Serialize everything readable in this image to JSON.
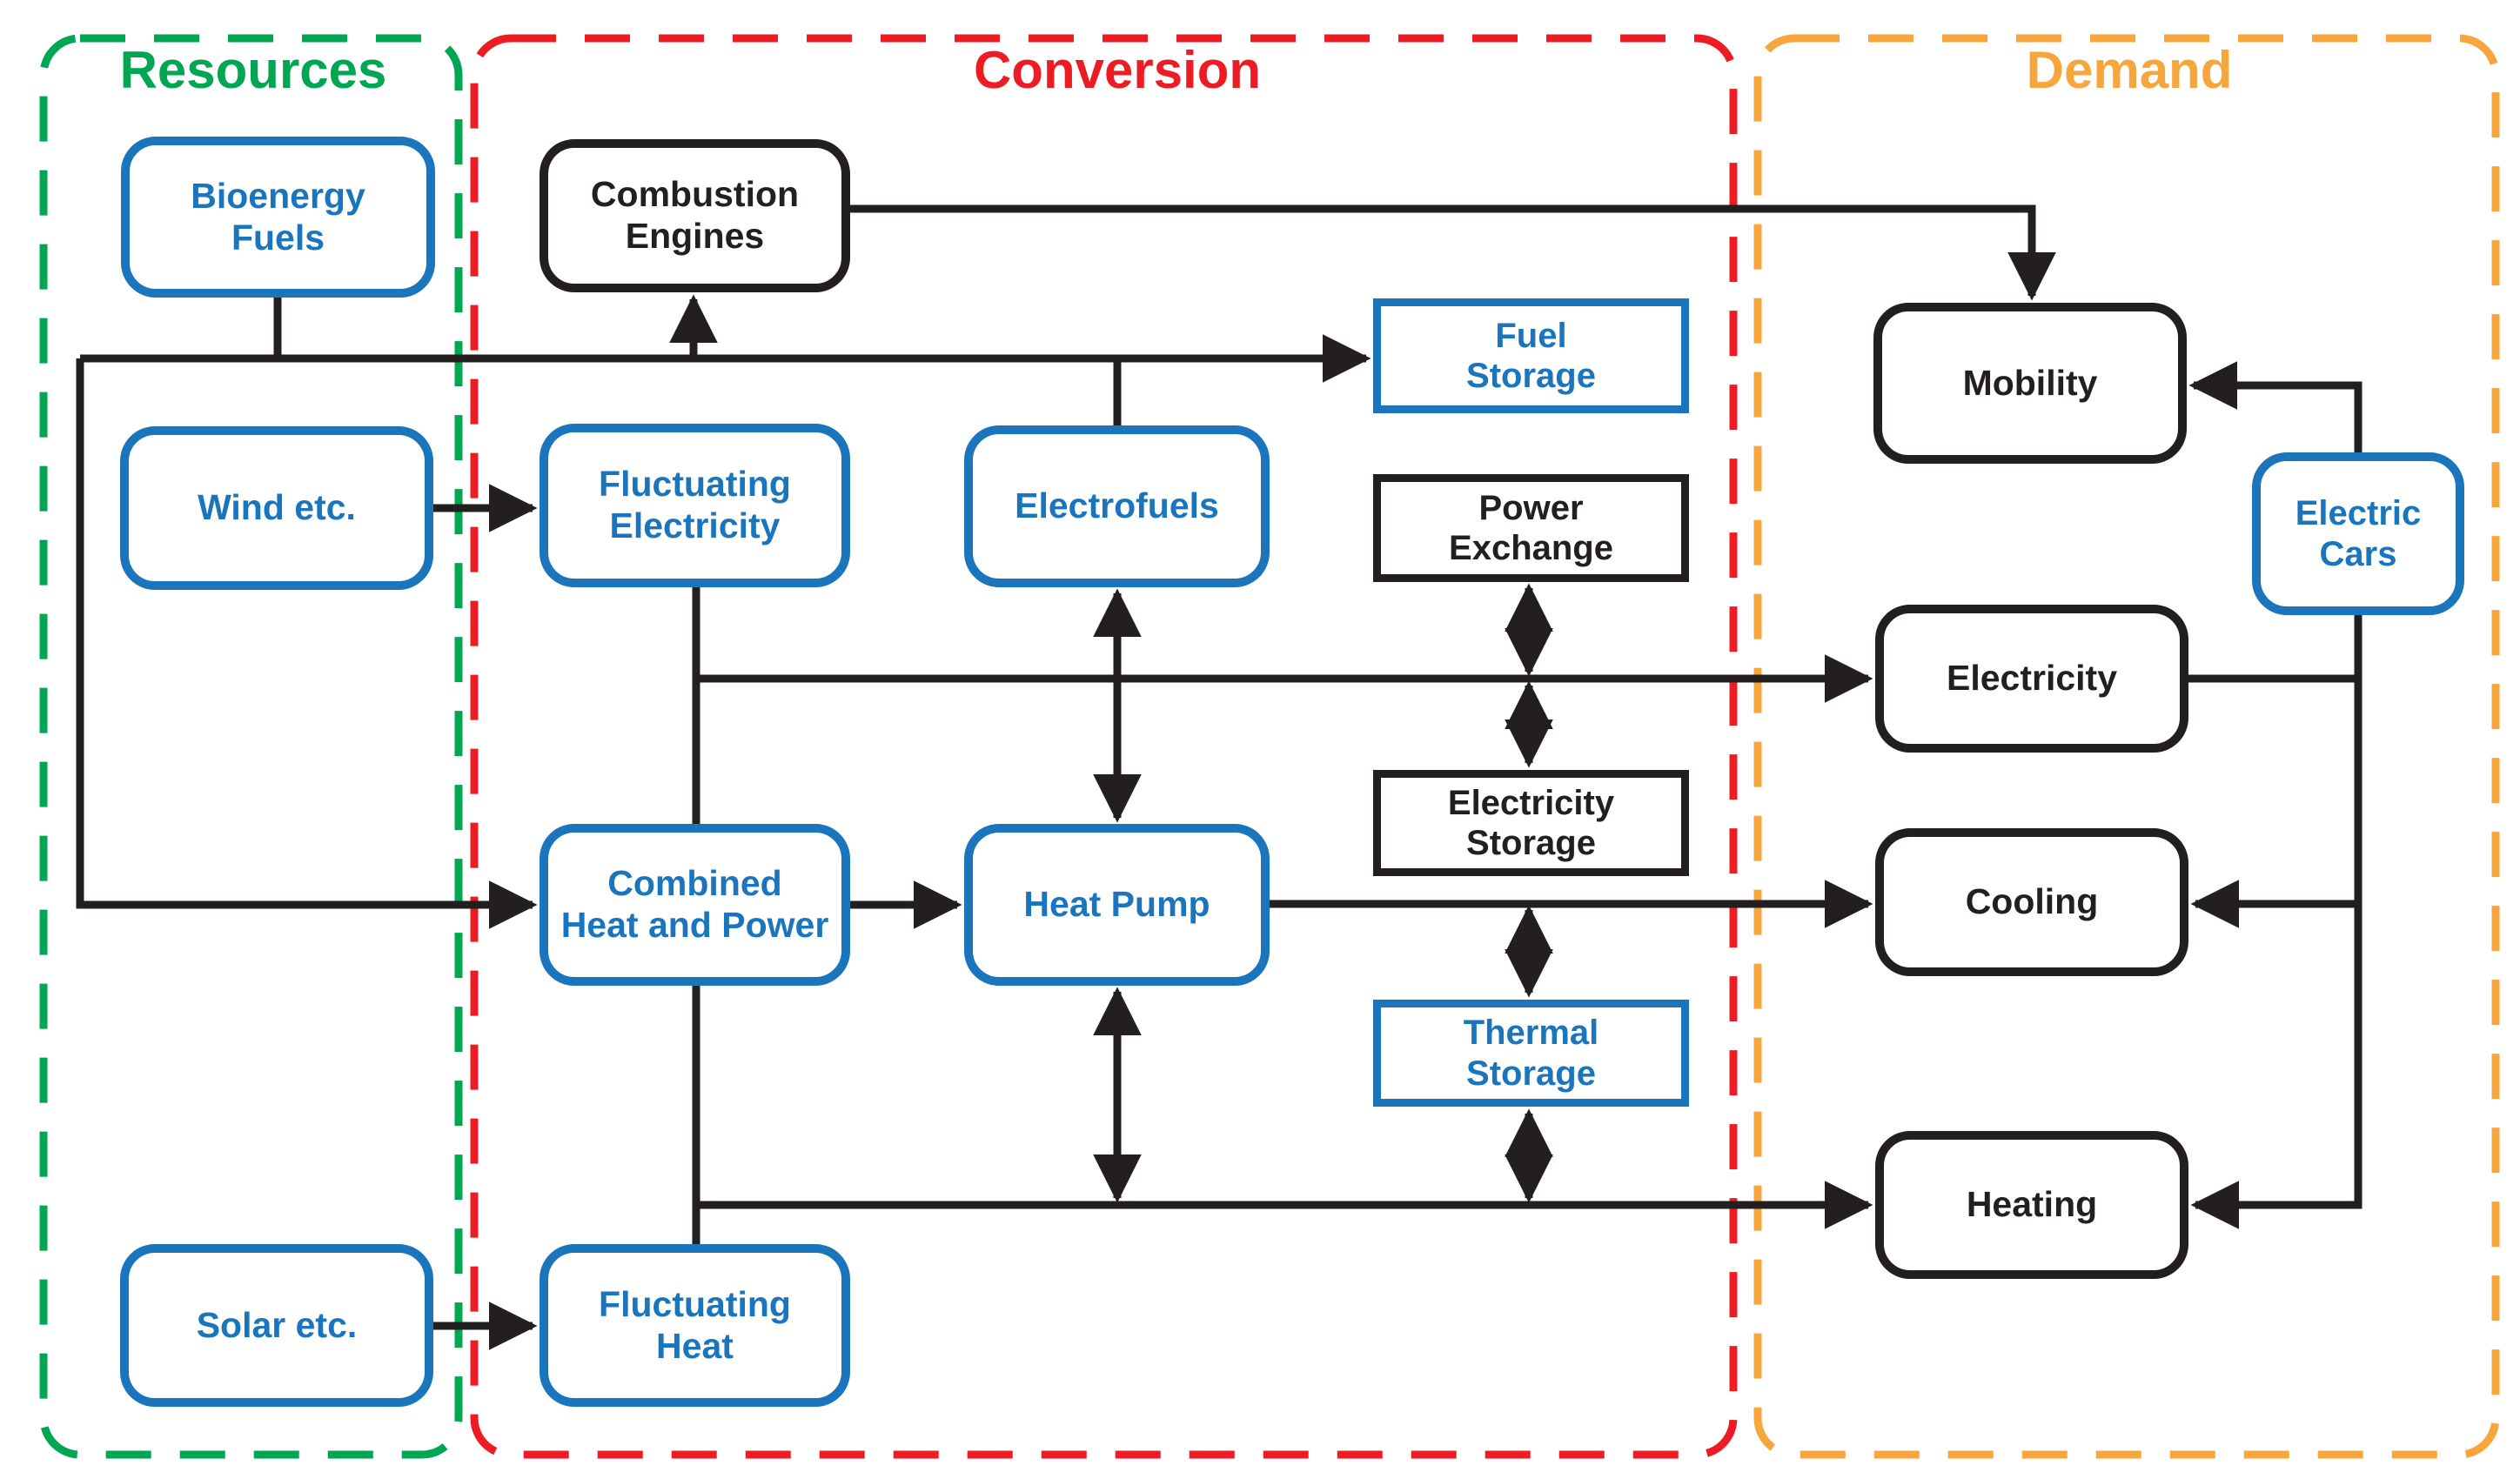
{
  "sections": {
    "resources": {
      "title": "Resources",
      "color": "#00A651"
    },
    "conversion": {
      "title": "Conversion",
      "color": "#ED1C24"
    },
    "demand": {
      "title": "Demand",
      "color": "#F6A63C"
    }
  },
  "colors": {
    "box_blue": "#1B75BC",
    "box_black": "#231F20",
    "connector": "#231F20",
    "background": "#FFFFFF"
  },
  "nodes": {
    "bioenergy_fuels": {
      "label": "Bioenergy\nFuels"
    },
    "wind": {
      "label": "Wind etc."
    },
    "solar": {
      "label": "Solar etc."
    },
    "combustion_engines": {
      "label": "Combustion\nEngines"
    },
    "fluctuating_electricity": {
      "label": "Fluctuating\nElectricity"
    },
    "combined_heat_and_power": {
      "label": "Combined\nHeat and Power"
    },
    "fluctuating_heat": {
      "label": "Fluctuating\nHeat"
    },
    "electrofuels": {
      "label": "Electrofuels"
    },
    "heat_pump": {
      "label": "Heat Pump"
    },
    "fuel_storage": {
      "label": "Fuel\nStorage"
    },
    "power_exchange": {
      "label": "Power\nExchange"
    },
    "electricity_storage": {
      "label": "Electricity\nStorage"
    },
    "thermal_storage": {
      "label": "Thermal\nStorage"
    },
    "mobility": {
      "label": "Mobility"
    },
    "electricity": {
      "label": "Electricity"
    },
    "cooling": {
      "label": "Cooling"
    },
    "heating": {
      "label": "Heating"
    },
    "electric_cars": {
      "label": "Electric\nCars"
    }
  }
}
